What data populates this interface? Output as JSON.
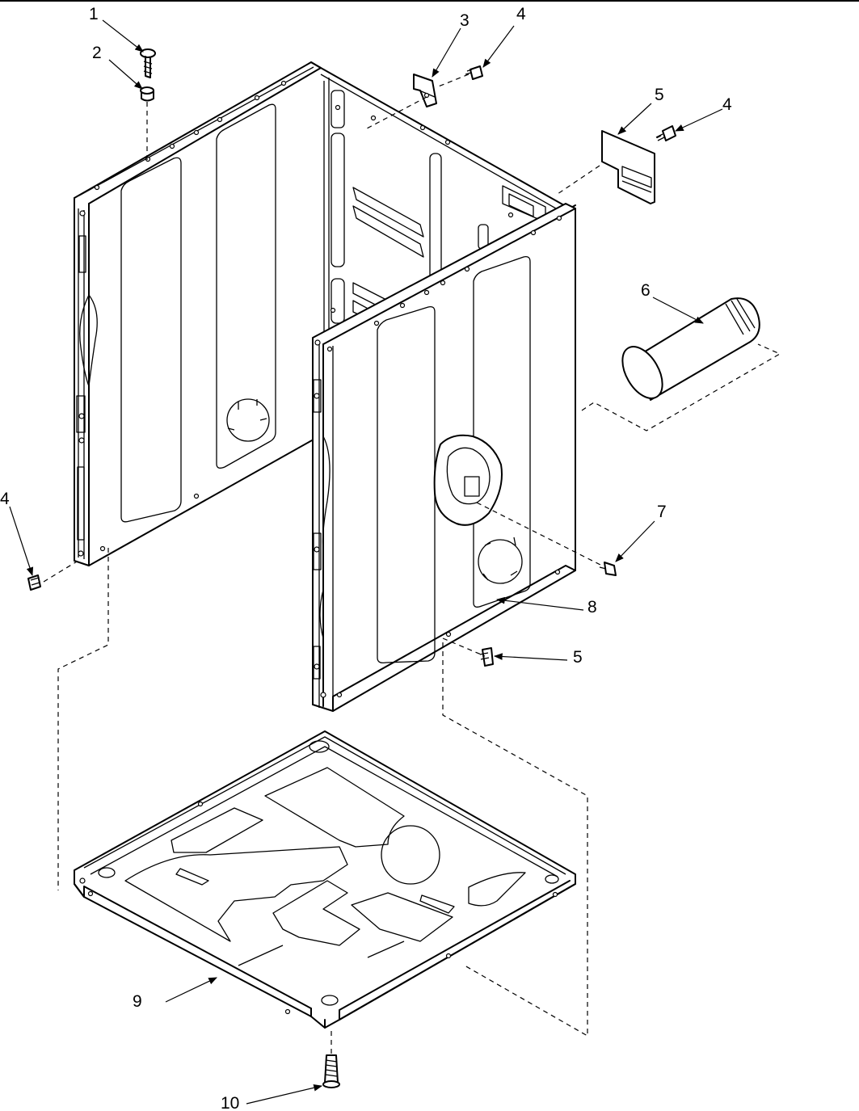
{
  "callouts": {
    "c1": "1",
    "c2": "2",
    "c3": "3",
    "c4a": "4",
    "c5a": "5",
    "c4b": "4",
    "c6": "6",
    "c4c": "4",
    "c7": "7",
    "c8": "8",
    "c5b": "5",
    "c9": "9",
    "c10": "10"
  }
}
